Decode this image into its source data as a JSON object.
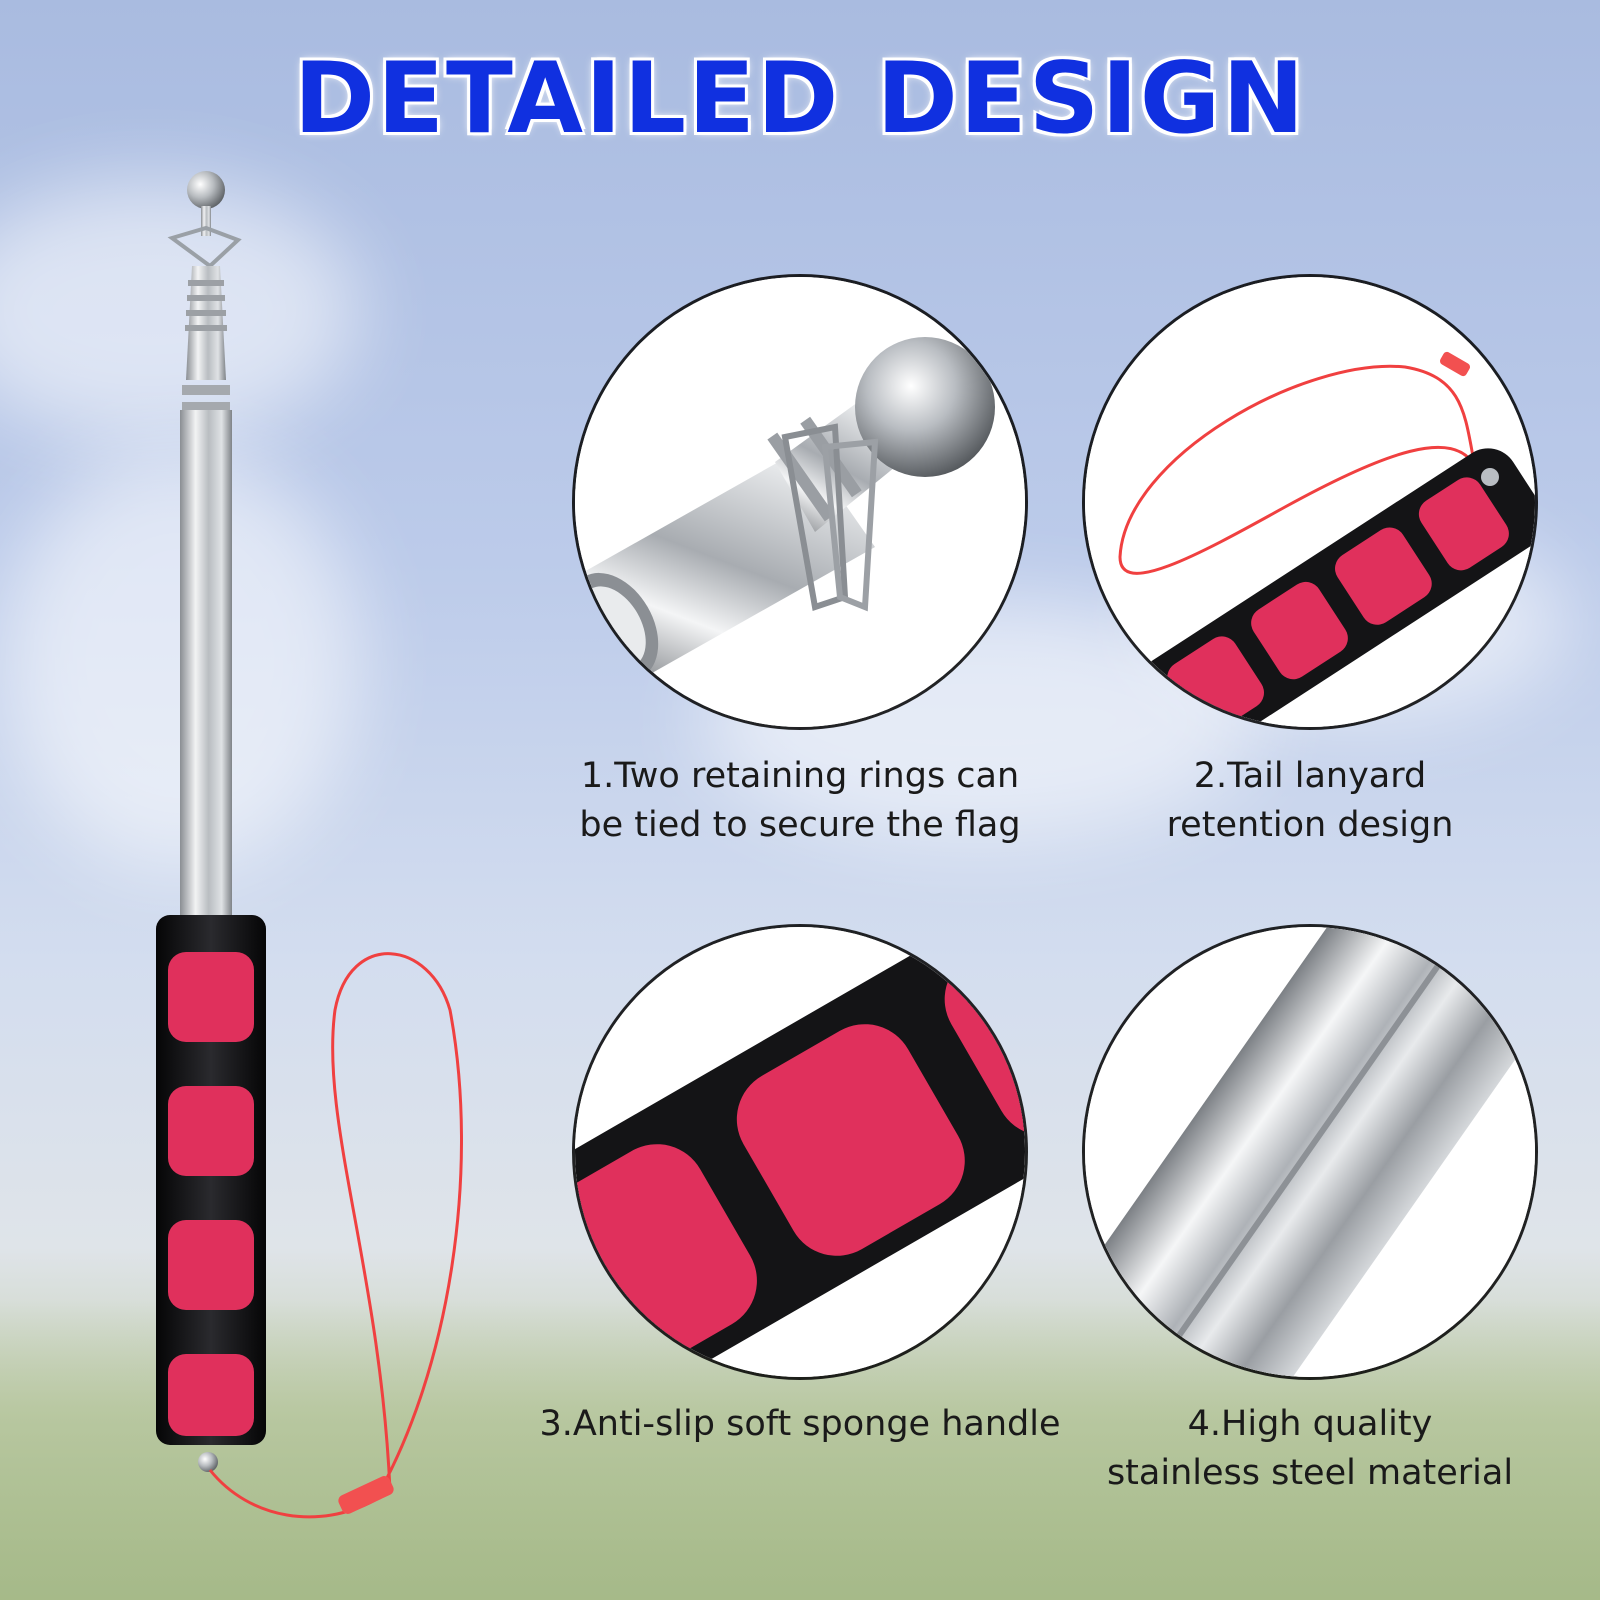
{
  "title": "DETAILED DESIGN",
  "features": [
    {
      "lines": [
        "1.Two retaining rings can",
        "be tied to secure the flag"
      ],
      "icon": "ball-top-rings-icon"
    },
    {
      "lines": [
        "2.Tail lanyard",
        "retention design"
      ],
      "icon": "lanyard-handle-icon"
    },
    {
      "lines": [
        "3.Anti-slip soft sponge handle"
      ],
      "icon": "sponge-handle-icon"
    },
    {
      "lines": [
        "4.High quality",
        "stainless steel material"
      ],
      "icon": "steel-tube-icon"
    }
  ],
  "colors": {
    "title": "#1030e0",
    "sponge_pink": "#e0305c",
    "sponge_black": "#141416",
    "lanyard_red": "#f04040",
    "steel": "#c8ccd0"
  }
}
